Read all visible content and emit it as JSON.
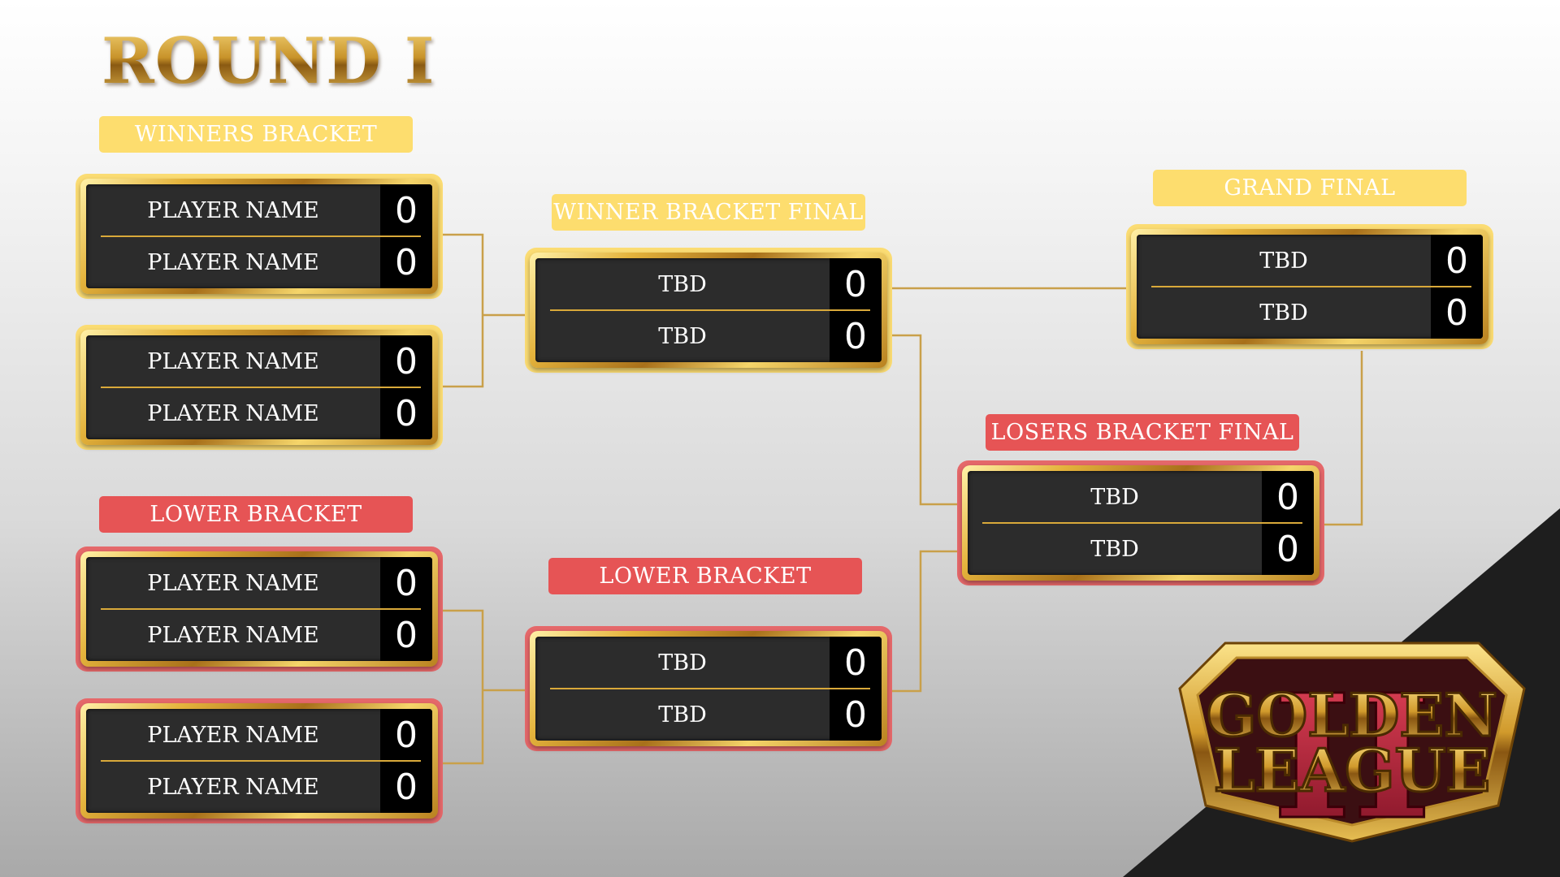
{
  "round_title": "ROUND I",
  "labels": {
    "winners_bracket": "WINNERS BRACKET",
    "winner_bracket_final": "WINNER BRACKET FINAL",
    "grand_final": "GRAND FINAL",
    "losers_bracket_final": "LOSERS BRACKET FINAL",
    "lower_bracket_left": "LOWER BRACKET",
    "lower_bracket_mid": "LOWER BRACKET"
  },
  "matches": {
    "wb1": {
      "top": {
        "name": "PLAYER NAME",
        "score": "0"
      },
      "bottom": {
        "name": "PLAYER NAME",
        "score": "0"
      }
    },
    "wb2": {
      "top": {
        "name": "PLAYER NAME",
        "score": "0"
      },
      "bottom": {
        "name": "PLAYER NAME",
        "score": "0"
      }
    },
    "lb1": {
      "top": {
        "name": "PLAYER NAME",
        "score": "0"
      },
      "bottom": {
        "name": "PLAYER NAME",
        "score": "0"
      }
    },
    "lb2": {
      "top": {
        "name": "PLAYER NAME",
        "score": "0"
      },
      "bottom": {
        "name": "PLAYER NAME",
        "score": "0"
      }
    },
    "wbf": {
      "top": {
        "name": "TBD",
        "score": "0"
      },
      "bottom": {
        "name": "TBD",
        "score": "0"
      }
    },
    "lbm": {
      "top": {
        "name": "TBD",
        "score": "0"
      },
      "bottom": {
        "name": "TBD",
        "score": "0"
      }
    },
    "lbf": {
      "top": {
        "name": "TBD",
        "score": "0"
      },
      "bottom": {
        "name": "TBD",
        "score": "0"
      }
    },
    "gf": {
      "top": {
        "name": "TBD",
        "score": "0"
      },
      "bottom": {
        "name": "TBD",
        "score": "0"
      }
    }
  },
  "logo": {
    "line1": "GOLDEN",
    "line2": "LEAGUE",
    "numeral": "II"
  },
  "colors": {
    "gold_label": "#fddd6e",
    "red_label": "#e65455",
    "wire": "#c9a04a",
    "corner": "#1e1e1e"
  }
}
